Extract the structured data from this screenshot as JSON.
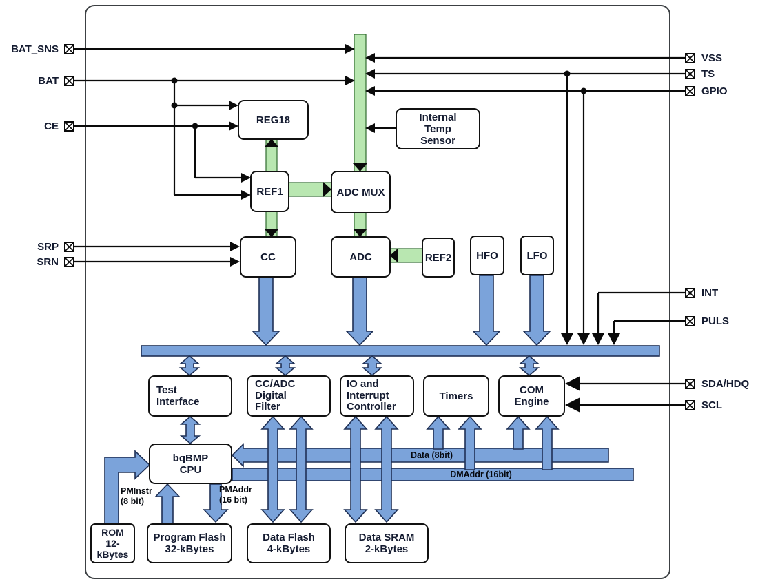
{
  "pins": {
    "left": {
      "bat_sns": "BAT_SNS",
      "bat": "BAT",
      "ce": "CE",
      "srp": "SRP",
      "srn": "SRN"
    },
    "right": {
      "vss": "VSS",
      "ts": "TS",
      "gpio": "GPIO",
      "int": "INT",
      "puls": "PULS",
      "sda_hdq": "SDA/HDQ",
      "scl": "SCL"
    }
  },
  "blocks": {
    "reg18": {
      "label": "REG18"
    },
    "ref1": {
      "label": "REF1"
    },
    "adc_mux": {
      "label": "ADC MUX"
    },
    "temp_sensor": {
      "label": "Internal\nTemp\nSensor"
    },
    "cc": {
      "label": "CC"
    },
    "adc": {
      "label": "ADC"
    },
    "ref2": {
      "label": "REF2"
    },
    "hfo": {
      "label": "HFO"
    },
    "lfo": {
      "label": "LFO"
    },
    "test_interface": {
      "label": "Test\nInterface"
    },
    "digital_filter": {
      "label": "CC/ADC\nDigital\nFilter"
    },
    "io_interrupt": {
      "label": "IO and\nInterrupt\nController"
    },
    "timers": {
      "label": "Timers"
    },
    "com_engine": {
      "label": "COM\nEngine"
    },
    "cpu": {
      "label": "bqBMP\nCPU"
    },
    "rom": {
      "label": "ROM\n12-\nkBytes"
    },
    "program_flash": {
      "label": "Program Flash\n32-kBytes"
    },
    "data_flash": {
      "label": "Data Flash\n4-kBytes"
    },
    "data_sram": {
      "label": "Data SRAM\n2-kBytes"
    }
  },
  "bus_labels": {
    "data": "Data (8bit)",
    "dmaddr": "DMAddr (16bit)",
    "pminstr": "PMInstr\n(8 bit)",
    "pmaddr": "PMAddr\n(16 bit)"
  },
  "colors": {
    "green": "#b9e7b1",
    "green_border": "#2e6b2e",
    "blue": "#7ba3da",
    "blue_border": "#1f3055",
    "line": "#0a0a0a",
    "box_border": "#111111",
    "text": "#141b30",
    "border": "#3c4043"
  }
}
